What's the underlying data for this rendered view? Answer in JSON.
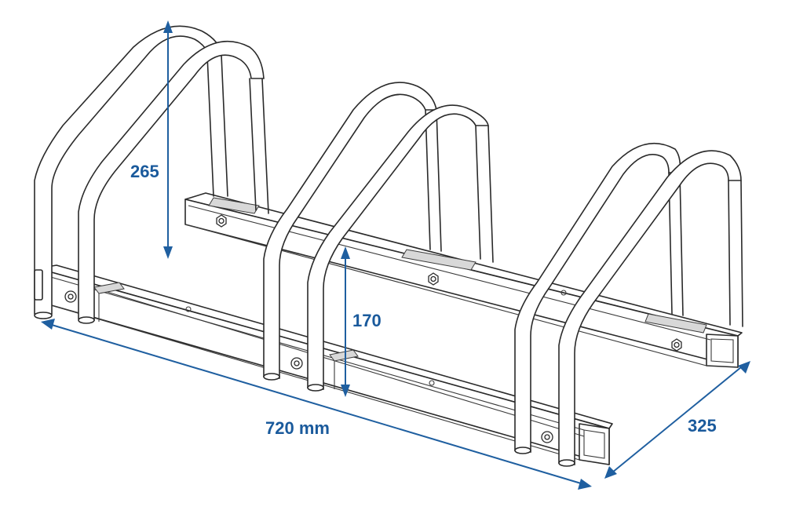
{
  "figure": {
    "subject": "Three-bike floor stand bicycle rack",
    "units": "mm",
    "line_color": "#2a2a2a",
    "dimension_color": "#1a5a9c"
  },
  "dimensions": {
    "height_loop": {
      "label": "265",
      "value": 265,
      "axis": "vertical"
    },
    "height_clearance": {
      "label": "170",
      "value": 170,
      "axis": "vertical"
    },
    "length": {
      "label": "720 mm",
      "value": 720,
      "axis": "length"
    },
    "depth": {
      "label": "325",
      "value": 325,
      "axis": "depth"
    }
  },
  "components": {
    "loops": [
      {
        "name": "left-loop-pair"
      },
      {
        "name": "middle-loop-pair"
      },
      {
        "name": "right-loop-pair"
      }
    ],
    "rails": [
      {
        "name": "front-rail"
      },
      {
        "name": "rear-rail"
      }
    ]
  }
}
